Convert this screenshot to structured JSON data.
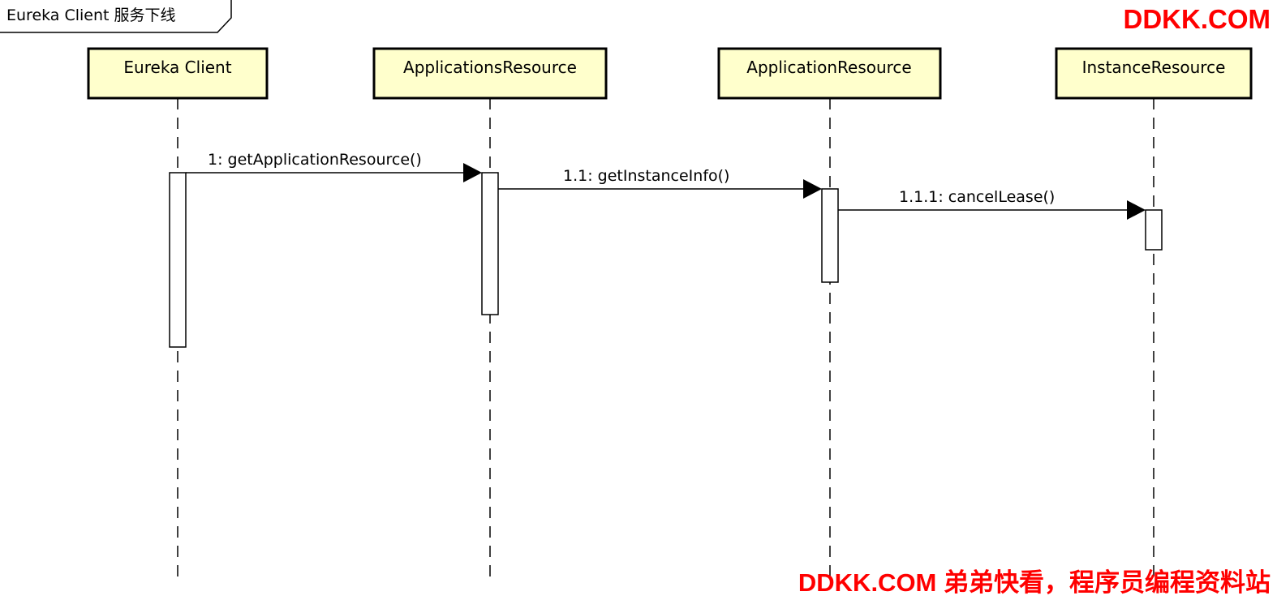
{
  "frame": {
    "title": "Eureka Client 服务下线"
  },
  "lifelines": [
    {
      "id": "eureka-client",
      "label": "Eureka Client"
    },
    {
      "id": "applications-resource",
      "label": "ApplicationsResource"
    },
    {
      "id": "application-resource",
      "label": "ApplicationResource"
    },
    {
      "id": "instance-resource",
      "label": "InstanceResource"
    }
  ],
  "messages": [
    {
      "label": "1: getApplicationResource()",
      "from": "eureka-client",
      "to": "applications-resource"
    },
    {
      "label": "1.1: getInstanceInfo()",
      "from": "applications-resource",
      "to": "application-resource"
    },
    {
      "label": "1.1.1: cancelLease()",
      "from": "application-resource",
      "to": "instance-resource"
    }
  ],
  "watermark": {
    "top": "DDKK.COM",
    "bottom": "DDKK.COM 弟弟快看，程序员编程资料站"
  },
  "colors": {
    "actor_fill": "#ffffcc",
    "line": "#000000",
    "watermark": "#ff0000"
  }
}
